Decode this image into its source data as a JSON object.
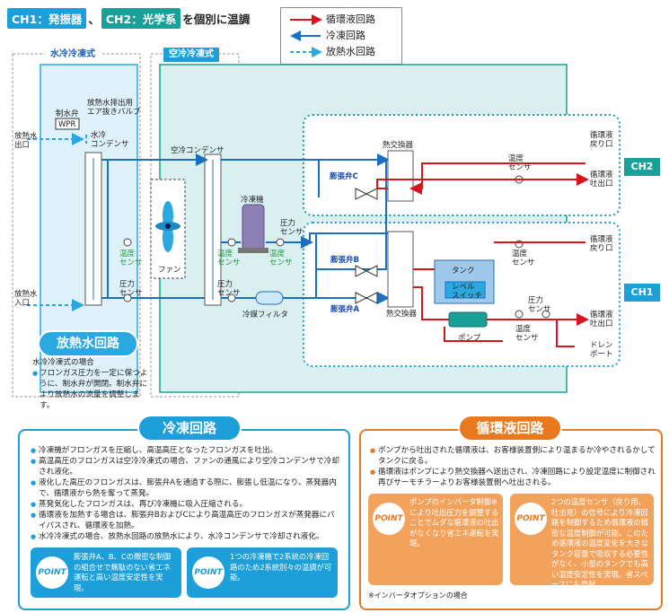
{
  "header": {
    "ch1_tag": "CH1：発振器",
    "separator": "、",
    "ch2_tag": "CH2：光学系",
    "text": "を個別に温調"
  },
  "legend": {
    "circ": "循環液回路",
    "refr": "冷凍回路",
    "cool": "放熱水回路"
  },
  "colors": {
    "red": "#d8141c",
    "blue": "#1a6fc2",
    "cyan": "#2aa8e0",
    "teal_bg": "#d9eff0",
    "blue_bg": "#dff1fa",
    "orange": "#e8791e",
    "ch1": "#1d9fd9",
    "ch2": "#1aa098"
  },
  "sections": {
    "water_cooled": "水冷冷凍式",
    "air_cooled": "空冷冷凍式"
  },
  "labels": {
    "outlet_cool": "放熱水\n出口",
    "inlet_cool": "放熱水\n入口",
    "wpr_label": "制水弁",
    "wpr": "WPR",
    "air_valve": "放熱水排出用\nエア抜きバルブ",
    "water_cond": "水冷\nコンデンサ",
    "air_cond": "空冷コンデンサ",
    "temp_sensor_g": "温度\nセンサ",
    "pressure_sensor": "圧力\nセンサ",
    "fan": "ファン",
    "refrigerator": "冷凍機",
    "pressure_sensor2": "圧力\nセンサ",
    "temp_sensor_g2": "温度\nセンサ",
    "pressure_sensor3": "圧力\nセンサ",
    "filter": "冷媒フィルタ",
    "heat_ex1": "熱交換器",
    "heat_ex2": "熱交換器",
    "valve_c": "膨張弁C",
    "valve_b": "膨張弁B",
    "valve_a": "膨張弁A",
    "tank": "タンク",
    "level_switch": "レベル\nスイッチ",
    "pump": "ポンプ",
    "temp_ch2": "温度\nセンサ",
    "ret_ch2": "循環液\n戻り口",
    "out_ch2": "循環液\n吐出口",
    "temp_ch1": "温度\nセンサ",
    "ret_ch1": "循環液\n戻り口",
    "press_ch1": "圧力\nセンサ",
    "out_ch1": "循環液\n吐出口",
    "temp_ch1b": "温度\nセンサ",
    "drain": "ドレン\nポート",
    "ch2": "CH2",
    "ch1": "CH1"
  },
  "cooling_box": {
    "title": "放熱水回路",
    "case": "水冷冷凍式の場合",
    "item": "フロンガス圧力を一定に保つように、制水弁が開閉。制水弁により放熱水の流量を調整します。"
  },
  "refr_panel": {
    "title": "冷凍回路",
    "items": [
      "冷凍機がフロンガスを圧縮し、高温高圧となったフロンガスを吐出。",
      "高温高圧のフロンガスは空冷冷凍式の場合、ファンの通風により空冷コンデンサで冷却され液化。",
      "液化した高圧のフロンガスは、膨張弁Aを通過する際に、膨張し低温になり、蒸発器内で、循環液から熱を奪って蒸発。",
      "蒸発気化したフロンガスは、再び冷凍機に吸入圧縮される。",
      "循環液を加熱する場合は、膨張弁BおよびCにより高温高圧のフロンガスが蒸発器にバイパスされ、循環液を加熱。",
      "水冷冷凍式の場合、放熱水回路の放熱水により、水冷コンデンサで冷却され液化。"
    ],
    "point_badge": "POINT",
    "point1": "膨張弁A、B、Cの緻密な制御の組合せで無駄のない省エネ運転と高い温度安定性を実現。",
    "point2": "1つの冷凍機で2系統の冷凍回路のため2系統別々の温調が可能。"
  },
  "circ_panel": {
    "title": "循環液回路",
    "items": [
      "ポンプから吐出された循環液は、お客様装置側により温まるか冷やされるかしてタンクに戻る。",
      "循環液はポンプにより熱交換器へ送出され、冷凍回路により設定温度に制御され再びサーモチラーよりお客様装置側へ吐出される。"
    ],
    "point_badge": "POINT",
    "point1": "ポンプのインバータ制御※により吐出圧力を調整することでムダな循環液の吐出がなくなり省エネ運転を実現。",
    "point2": "2つの温度センサ（戻り用、吐出用）の信号により冷凍回路を制御するため循環液の精密な温度制御が可能。このため循環液の温度変化を大きなタンク容量で吸収する必要性がなく、小型のタンクでも高い温度安定性を実現。省スペースにも貢献。",
    "footnote": "※インバータオプションの場合"
  }
}
